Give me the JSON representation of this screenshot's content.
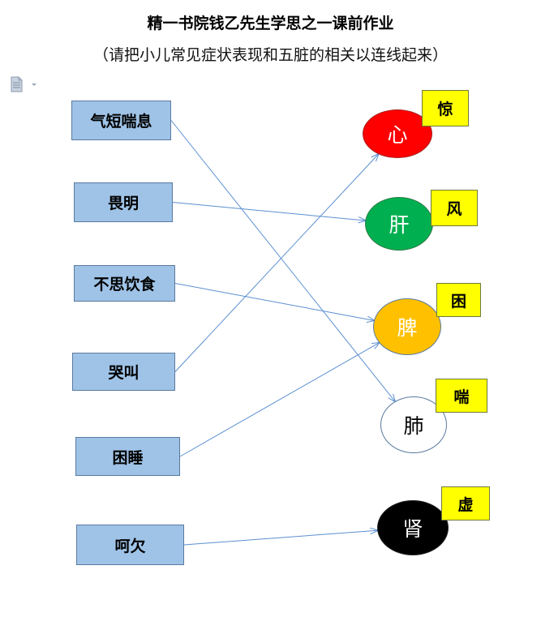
{
  "header": {
    "title": "精一书院钱乙先生学思之一课前作业",
    "subtitle": "（请把小儿常见症状表现和五脏的相关以连线起来）"
  },
  "toolbar": {
    "icon": "document-options-icon"
  },
  "symptoms": [
    {
      "id": "s0",
      "label": "气短喘息"
    },
    {
      "id": "s1",
      "label": "畏明"
    },
    {
      "id": "s2",
      "label": "不思饮食"
    },
    {
      "id": "s3",
      "label": "哭叫"
    },
    {
      "id": "s4",
      "label": "困睡"
    },
    {
      "id": "s5",
      "label": "呵欠"
    }
  ],
  "organs": [
    {
      "id": "o0",
      "label": "心",
      "tag": "惊",
      "fill": "#ff0000",
      "text_color": "#ffffff",
      "border": "#a52020"
    },
    {
      "id": "o1",
      "label": "肝",
      "tag": "风",
      "fill": "#00b050",
      "text_color": "#ffffff",
      "border": "#2a7a44"
    },
    {
      "id": "o2",
      "label": "脾",
      "tag": "困",
      "fill": "#ffc000",
      "text_color": "#ffffff",
      "border": "#5a7aa0"
    },
    {
      "id": "o3",
      "label": "肺",
      "tag": "喘",
      "fill": "#ffffff",
      "text_color": "#000000",
      "border": "#5a7aa0"
    },
    {
      "id": "o4",
      "label": "肾",
      "tag": "虚",
      "fill": "#000000",
      "text_color": "#ffffff",
      "border": "#222222"
    }
  ],
  "connections": [
    {
      "from": "s0",
      "to": "o3"
    },
    {
      "from": "s1",
      "to": "o1"
    },
    {
      "from": "s2",
      "to": "o2"
    },
    {
      "from": "s3",
      "to": "o0"
    },
    {
      "from": "s4",
      "to": "o2"
    },
    {
      "from": "s5",
      "to": "o4"
    }
  ],
  "colors": {
    "line": "#5b8fd0",
    "symptom_fill": "#9fc3e7",
    "tag_fill": "#ffff00"
  }
}
